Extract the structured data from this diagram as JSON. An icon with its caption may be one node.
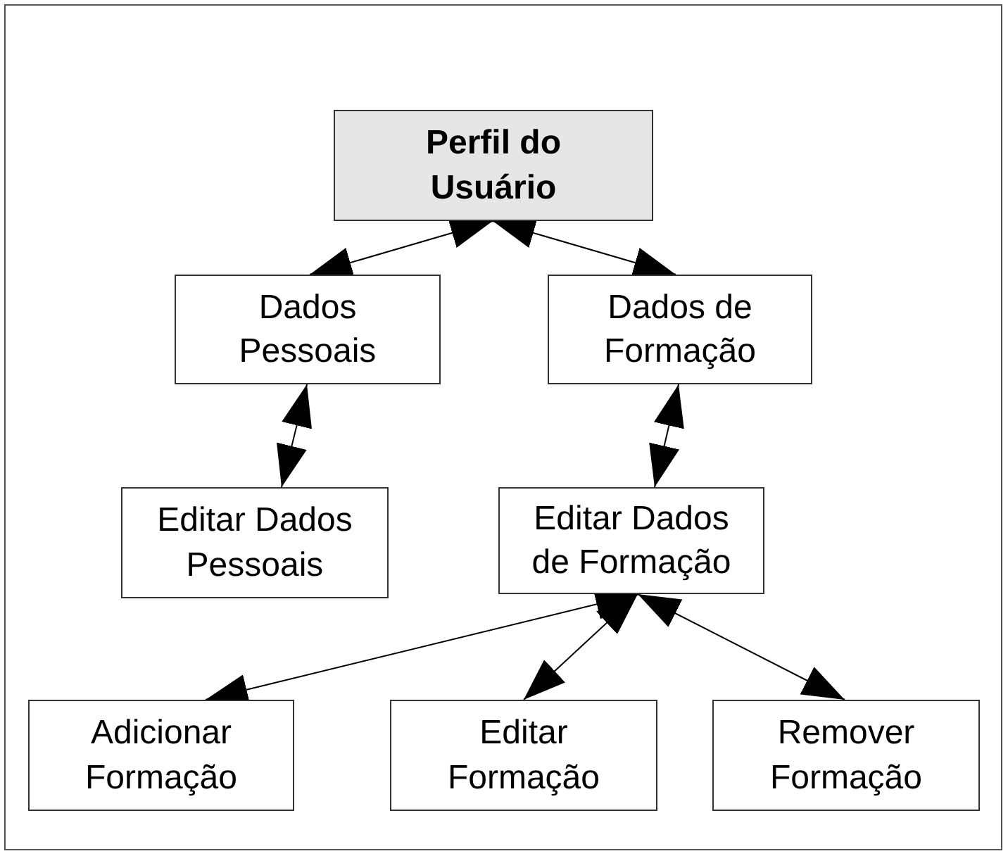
{
  "diagram": {
    "nodes": [
      {
        "text": [
          "Perfil do Usuário"
        ]
      },
      {
        "text": [
          "Dados Pessoais"
        ]
      },
      {
        "text": [
          "Dados de Formação"
        ]
      },
      {
        "text": [
          "Editar Dados Pessoais"
        ]
      },
      {
        "text": [
          "Editar Dados de Formação"
        ]
      },
      {
        "text": [
          "Adicionar Formação"
        ]
      },
      {
        "text": [
          "Editar Formação"
        ]
      },
      {
        "text": [
          "Remover Formação"
        ]
      }
    ],
    "edges": [
      {
        "from": 0,
        "to": 1,
        "arrow": "both"
      },
      {
        "from": 0,
        "to": 2,
        "arrow": "both"
      },
      {
        "from": 1,
        "to": 3,
        "arrow": "both"
      },
      {
        "from": 2,
        "to": 4,
        "arrow": "both"
      },
      {
        "from": 4,
        "to": 5,
        "arrow": "both"
      },
      {
        "from": 4,
        "to": 6,
        "arrow": "both"
      },
      {
        "from": 4,
        "to": 7,
        "arrow": "both"
      }
    ]
  }
}
